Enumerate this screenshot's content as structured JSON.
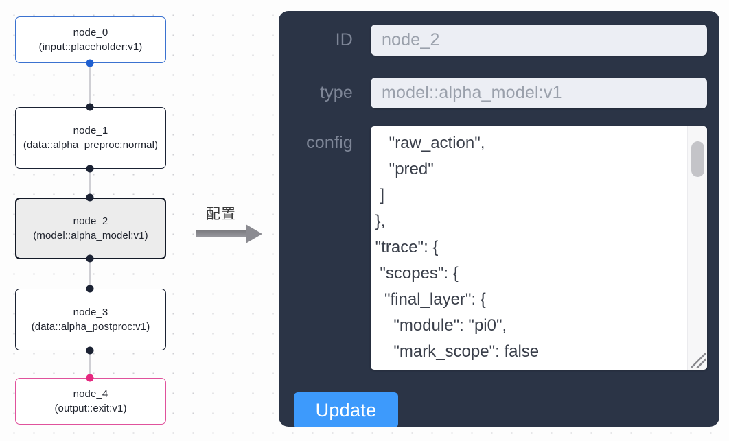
{
  "canvas": {
    "nodes": [
      {
        "id": "node_0",
        "label": "node_0\n(input::placeholder:v1)",
        "accent": "blue",
        "selected": false
      },
      {
        "id": "node_1",
        "label": "node_1\n(data::alpha_preproc:normal)",
        "accent": "dark",
        "selected": false
      },
      {
        "id": "node_2",
        "label": "node_2\n(model::alpha_model:v1)",
        "accent": "dark",
        "selected": true
      },
      {
        "id": "node_3",
        "label": "node_3\n(data::alpha_postproc:v1)",
        "accent": "dark",
        "selected": false
      },
      {
        "id": "node_4",
        "label": "node_4\n(output::exit:v1)",
        "accent": "pink",
        "selected": false
      }
    ],
    "colors": {
      "blue": "#3b72d0",
      "pink": "#e0529c",
      "dark": "#1b2233",
      "selected_fill": "#ececec",
      "edge": "#cfcfd4"
    }
  },
  "annotation": {
    "text": "配置",
    "arrow_icon": "right-arrow-icon",
    "color": "#8b8b91"
  },
  "panel": {
    "background": "#2b3446",
    "fields": [
      {
        "label": "ID",
        "value": "node_2"
      },
      {
        "label": "type",
        "value": "model::alpha_model:v1"
      },
      {
        "label": "config",
        "value": ""
      }
    ],
    "config_text": "    \"raw_action\",\n    \"pred\"\n  ]\n },\n \"trace\": {\n  \"scopes\": {\n   \"final_layer\": {\n     \"module\": \"pi0\",\n     \"mark_scope\": false\n   },\n   \"action_model\": {",
    "scrollbar": {
      "name": "vertical-scrollbar",
      "thumb_position": "top"
    },
    "resize_grip": "resize-grip-icon",
    "update_label": "Update",
    "update_color": "#3d9afc"
  }
}
